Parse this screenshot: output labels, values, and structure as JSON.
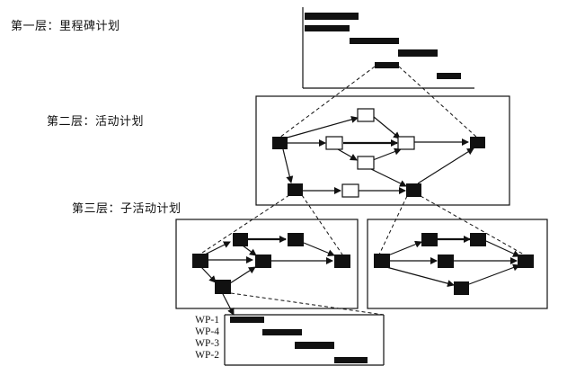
{
  "layers": [
    {
      "label": "第一层：里程碑计划"
    },
    {
      "label": "第二层：活动计划"
    },
    {
      "label": "第三层：子活动计划"
    }
  ],
  "work_packages": [
    "WP-1",
    "WP-4",
    "WP-3",
    "WP-2"
  ],
  "colors": {
    "ink": "#111111",
    "box": "#ffffff"
  }
}
